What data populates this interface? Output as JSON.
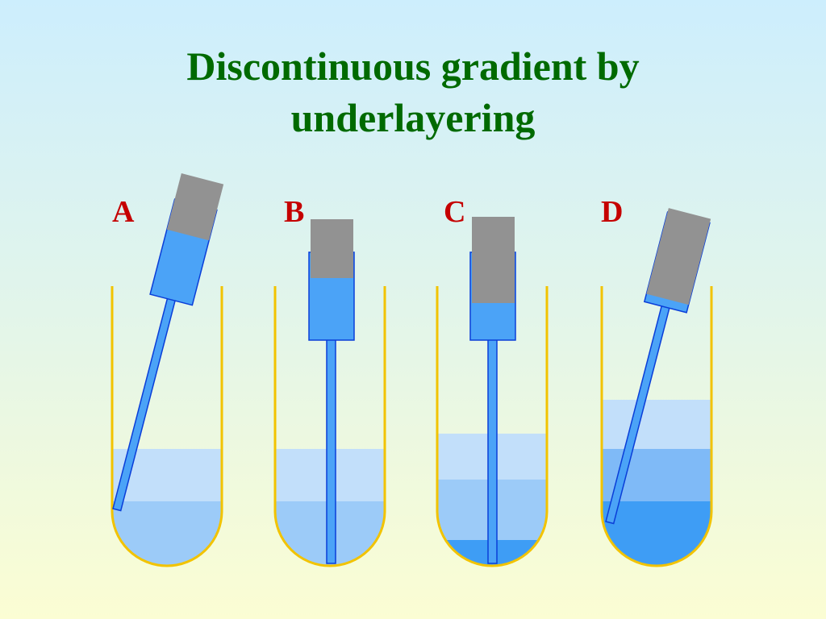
{
  "title": {
    "line1": "Discontinuous gradient by",
    "line2": "underlayering"
  },
  "panels": [
    {
      "label": "A"
    },
    {
      "label": "B"
    },
    {
      "label": "C"
    },
    {
      "label": "D"
    }
  ],
  "colors": {
    "title": "#006a00",
    "label": "#c50000",
    "tube_outline": "#f2c300",
    "pipette": "#4ba3f7",
    "pipette_outline": "#0a3ed8",
    "bulb": "#929292",
    "layer_light": "#c2dffa",
    "layer_mid": "#9ccbf8",
    "layer_strong": "#7fbaf7",
    "layer_dense": "#3e9df5"
  }
}
